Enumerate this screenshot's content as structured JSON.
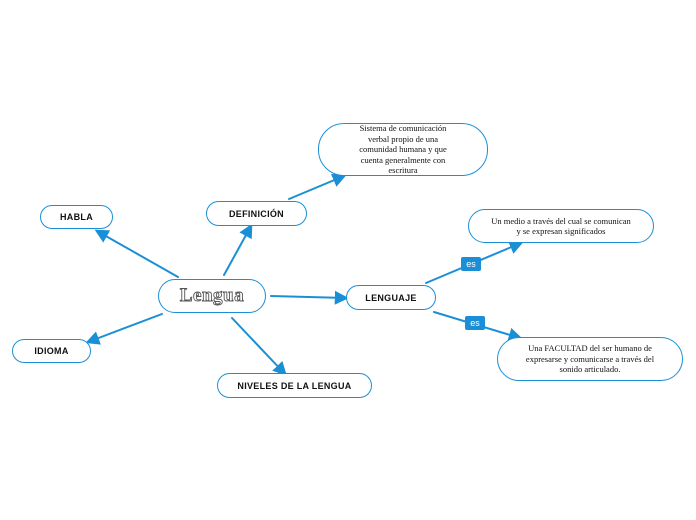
{
  "accent_color": "#1b8fd6",
  "mindmap": {
    "central": {
      "label": "Lengua"
    },
    "nodes": {
      "habla": {
        "label": "HABLA"
      },
      "definicion": {
        "label": "DEFINICIÓN"
      },
      "definicion_text": {
        "label": "Sistema de comunicación verbal propio de una comunidad humana y que cuenta generalmente con escritura"
      },
      "idioma": {
        "label": "IDIOMA"
      },
      "niveles": {
        "label": "NIVELES DE LA LENGUA"
      },
      "lenguaje": {
        "label": "LENGUAJE"
      },
      "medio": {
        "label": "Un medio a través del cual se comunican y se expresan significados"
      },
      "facultad": {
        "label": "Una FACULTAD del ser humano de expresarse y comunicarse a través del sonido articulado."
      }
    },
    "connector_tags": {
      "es_upper": {
        "label": "es"
      },
      "es_lower": {
        "label": "es"
      }
    }
  }
}
